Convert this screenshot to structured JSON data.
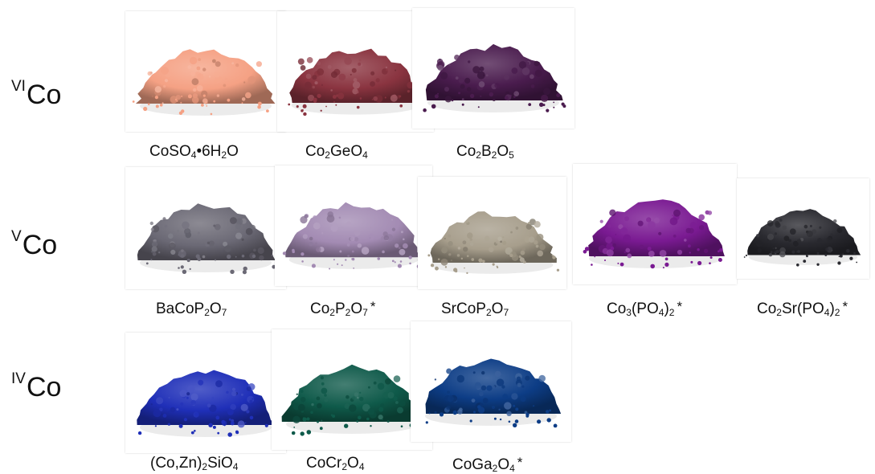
{
  "rows": [
    {
      "label_prefix": "VI",
      "label_main": "Co"
    },
    {
      "label_prefix": "V",
      "label_main": "Co"
    },
    {
      "label_prefix": "IV",
      "label_main": "Co"
    }
  ],
  "samples": [
    {
      "pre": "CoSO",
      "s1": "4",
      "mid": "•6H",
      "s2": "2",
      "post": "O",
      "color": "#f5a184"
    },
    {
      "pre": "Co",
      "s1": "2",
      "mid": "GeO",
      "s2": "4",
      "post": "",
      "color": "#8a3440"
    },
    {
      "pre": "Co",
      "s1": "2",
      "mid": "B",
      "s2": "2",
      "post": "O",
      "s3": "5",
      "color": "#4a1c4e"
    },
    {
      "pre": "BaCoP",
      "s1": "2",
      "mid": "O",
      "s2": "7",
      "post": "",
      "color": "#6b6975"
    },
    {
      "pre": "Co",
      "s1": "2",
      "mid": "P",
      "s2": "2",
      "post": "O",
      "s3": "7",
      "star": "*",
      "color": "#a38bb3"
    },
    {
      "pre": "SrCoP",
      "s1": "2",
      "mid": "O",
      "s2": "7",
      "post": "",
      "color": "#a79e8c"
    },
    {
      "pre": "Co",
      "s1": "3",
      "mid": "(PO",
      "s2": "4",
      "post": ")",
      "s3": "2",
      "star": "*",
      "color": "#7a1a92"
    },
    {
      "pre": "Co",
      "s1": "2",
      "mid": "Sr(PO",
      "s2": "4",
      "post": ")",
      "s3": "2",
      "star": "*",
      "color": "#2a2a30"
    },
    {
      "pre": "(Co,Zn)",
      "s1": "2",
      "mid": "SiO",
      "s2": "4",
      "post": "",
      "color": "#1f2fb8"
    },
    {
      "pre": "CoCr",
      "s1": "2",
      "mid": "O",
      "s2": "4",
      "post": "",
      "color": "#0f5a4a"
    },
    {
      "pre": "CoGa",
      "s1": "2",
      "mid": "O",
      "s2": "4",
      "post": "",
      "star": "*",
      "color": "#0d3d86"
    }
  ]
}
